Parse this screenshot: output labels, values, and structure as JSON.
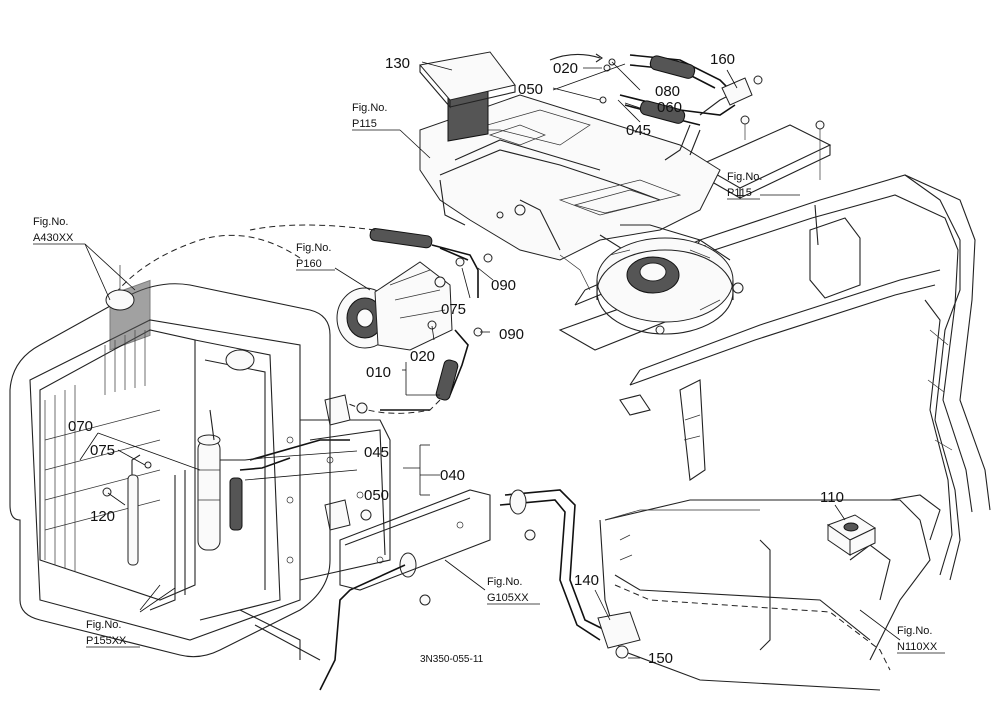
{
  "labels": {
    "p130": "130",
    "p020_top": "020",
    "p050_top": "050",
    "p080": "080",
    "p160": "160",
    "p060": "060",
    "p045_top": "045",
    "p090_a": "090",
    "p075_mid": "075",
    "p090_b": "090",
    "p020_mid": "020",
    "p010": "010",
    "p070": "070",
    "p075_left": "075",
    "p120": "120",
    "p045_mid": "045",
    "p040": "040",
    "p050_mid": "050",
    "p110": "110",
    "p140": "140",
    "p150": "150"
  },
  "figs": {
    "fig_p115_left": {
      "title": "Fig.No.",
      "code": "P115"
    },
    "fig_p115_right": {
      "title": "Fig.No.",
      "code": "P115"
    },
    "fig_a430": {
      "title": "Fig.No.",
      "code": "A430XX"
    },
    "fig_p160": {
      "title": "Fig.No.",
      "code": "P160"
    },
    "fig_g105": {
      "title": "Fig.No.",
      "code": "G105XX"
    },
    "fig_p155": {
      "title": "Fig.No.",
      "code": "P155XX"
    },
    "fig_n110": {
      "title": "Fig.No.",
      "code": "N110XX"
    }
  },
  "drawing_code": "3N350-055-11"
}
